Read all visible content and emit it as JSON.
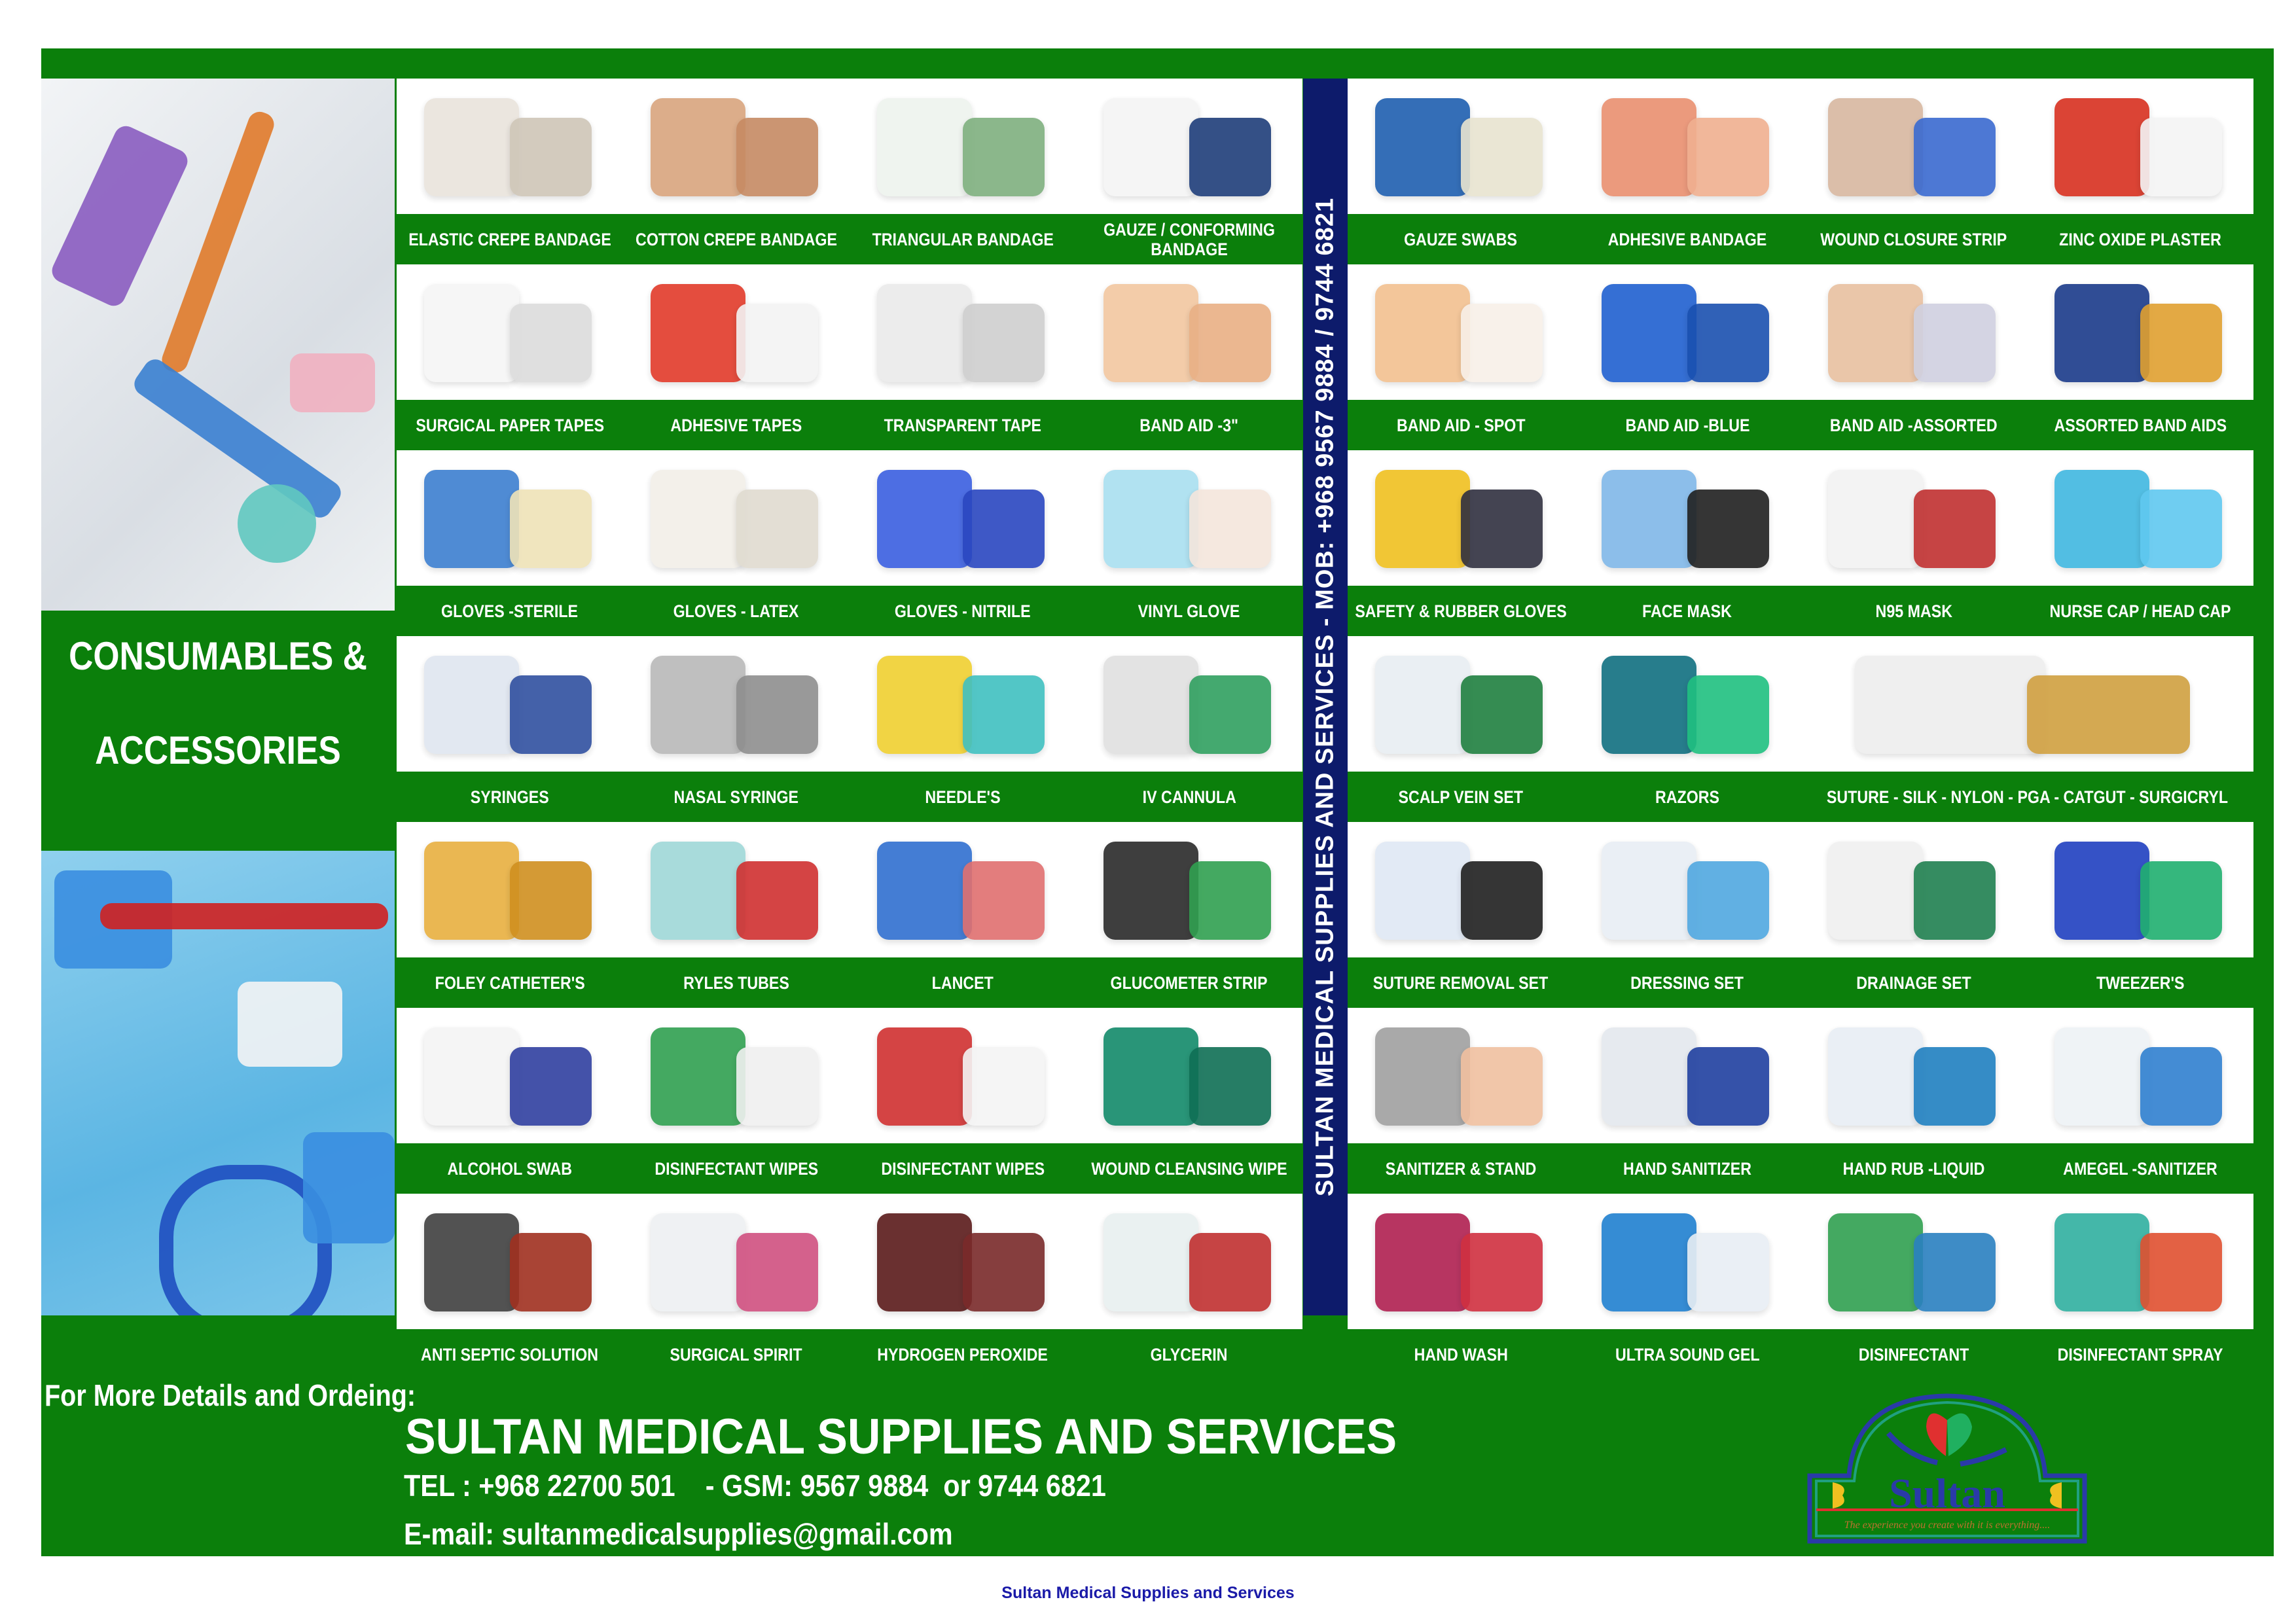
{
  "category_title": {
    "line1": "CONSUMABLES &",
    "line2": "ACCESSORIES"
  },
  "vertical_banner": "SULTAN MEDICAL SUPPLIES AND SERVICES  - MOB: +968 9567 9884  /  9744 6821",
  "left_grid": [
    {
      "label": "ELASTIC CREPE BANDAGE",
      "colors": [
        "#e9e4dc",
        "#cfc6b8"
      ]
    },
    {
      "label": "COTTON CREPE BANDAGE",
      "colors": [
        "#d9a57e",
        "#c68a63"
      ]
    },
    {
      "label": "TRIANGULAR BANDAGE",
      "colors": [
        "#eef3ee",
        "#7fb07f"
      ]
    },
    {
      "label": "GAUZE / CONFORMING BANDAGE",
      "colors": [
        "#f4f4f4",
        "#1f3e7a"
      ]
    },
    {
      "label": "SURGICAL PAPER TAPES",
      "colors": [
        "#f6f6f6",
        "#dcdcdc"
      ]
    },
    {
      "label": "ADHESIVE TAPES",
      "colors": [
        "#e23a2a",
        "#f3f3f3"
      ]
    },
    {
      "label": "TRANSPARENT TAPE",
      "colors": [
        "#eaeaea",
        "#cfcfcf"
      ]
    },
    {
      "label": "BAND AID -3\"",
      "colors": [
        "#f2c7a0",
        "#e9b085"
      ]
    },
    {
      "label": "GLOVES -STERILE",
      "colors": [
        "#3d7fd0",
        "#efe3b8"
      ]
    },
    {
      "label": "GLOVES - LATEX",
      "colors": [
        "#f2efe8",
        "#e0dbd0"
      ]
    },
    {
      "label": "GLOVES - NITRILE",
      "colors": [
        "#3a5fe0",
        "#2a47c0"
      ]
    },
    {
      "label": "VINYL GLOVE",
      "colors": [
        "#a9dff0",
        "#f4e6dc"
      ]
    },
    {
      "label": "SYRINGES",
      "colors": [
        "#dfe6f0",
        "#3050a0"
      ]
    },
    {
      "label": "NASAL SYRINGE",
      "colors": [
        "#b9b9b9",
        "#8e8e8e"
      ]
    },
    {
      "label": "NEEDLE'S",
      "colors": [
        "#f0d030",
        "#40c0c0"
      ]
    },
    {
      "label": "IV CANNULA",
      "colors": [
        "#e0e0e0",
        "#30a060"
      ]
    },
    {
      "label": "FOLEY CATHETER'S",
      "colors": [
        "#e8b040",
        "#d09020"
      ]
    },
    {
      "label": "RYLES TUBES",
      "colors": [
        "#9fd8d8",
        "#d03030"
      ]
    },
    {
      "label": "LANCET",
      "colors": [
        "#3070d0",
        "#e07070"
      ]
    },
    {
      "label": "GLUCOMETER STRIP",
      "colors": [
        "#2a2a2a",
        "#30a050"
      ]
    },
    {
      "label": "ALCOHOL SWAB",
      "colors": [
        "#f4f4f4",
        "#3040a0"
      ]
    },
    {
      "label": "DISINFECTANT WIPES",
      "colors": [
        "#30a050",
        "#f0f0f0"
      ]
    },
    {
      "label": "DISINFECTANT WIPES",
      "colors": [
        "#d03030",
        "#f4f4f4"
      ]
    },
    {
      "label": "WOUND CLEANSING WIPE",
      "colors": [
        "#128a6a",
        "#0f6f55"
      ]
    },
    {
      "label": "ANTI SEPTIC SOLUTION",
      "colors": [
        "#404040",
        "#a03020"
      ]
    },
    {
      "label": "SURGICAL SPIRIT",
      "colors": [
        "#eef0f2",
        "#d05080"
      ]
    },
    {
      "label": "HYDROGEN PEROXIDE",
      "colors": [
        "#5a1a1a",
        "#7a2a2a"
      ]
    },
    {
      "label": "GLYCERIN",
      "colors": [
        "#e8f0f0",
        "#c03030"
      ]
    }
  ],
  "right_grid": [
    {
      "label": "GAUZE SWABS",
      "colors": [
        "#1f5fb0",
        "#e8e4d0"
      ]
    },
    {
      "label": "ADHESIVE BANDAGE",
      "colors": [
        "#e99070",
        "#f0b090"
      ]
    },
    {
      "label": "WOUND CLOSURE STRIP",
      "colors": [
        "#d8b8a0",
        "#3a6ad0"
      ]
    },
    {
      "label": "ZINC OXIDE PLASTER",
      "colors": [
        "#d83020",
        "#f4f4f4"
      ]
    },
    {
      "label": "BAND AID - SPOT",
      "colors": [
        "#f2c090",
        "#f8f0e8"
      ]
    },
    {
      "label": "BAND AID -BLUE",
      "colors": [
        "#2060d0",
        "#1a50b0"
      ]
    },
    {
      "label": "BAND AID -ASSORTED",
      "colors": [
        "#e8c0a0",
        "#d0d0e0"
      ]
    },
    {
      "label": "ASSORTED BAND AIDS",
      "colors": [
        "#1a3a8a",
        "#e0a030"
      ]
    },
    {
      "label": "SAFETY & RUBBER GLOVES",
      "colors": [
        "#f0c020",
        "#303040"
      ]
    },
    {
      "label": "FACE MASK",
      "colors": [
        "#80b8e8",
        "#202020"
      ]
    },
    {
      "label": "N95 MASK",
      "colors": [
        "#f2f2f2",
        "#c03030"
      ]
    },
    {
      "label": "NURSE CAP / HEAD CAP",
      "colors": [
        "#40b8e0",
        "#60c8f0"
      ]
    },
    {
      "label": "SCALP VEIN SET",
      "colors": [
        "#e8eef2",
        "#208040"
      ]
    },
    {
      "label": "RAZORS",
      "colors": [
        "#107080",
        "#20c080"
      ]
    },
    {
      "label": "SUTURE - SILK - NYLON - PGA - CATGUT - SURGICRYL",
      "colors": [
        "#eeeeee",
        "#d0a040"
      ],
      "span": 2
    },
    {
      "label": "SUTURE REMOVAL SET",
      "colors": [
        "#dfe8f5",
        "#202020"
      ]
    },
    {
      "label": "DRESSING SET",
      "colors": [
        "#e8eef4",
        "#50a8e0"
      ]
    },
    {
      "label": "DRAINAGE SET",
      "colors": [
        "#f0f0f0",
        "#208050"
      ]
    },
    {
      "label": "TWEEZER'S",
      "colors": [
        "#2040c0",
        "#20b070"
      ]
    },
    {
      "label": "SANITIZER & STAND",
      "colors": [
        "#a0a0a0",
        "#f0c0a0"
      ]
    },
    {
      "label": "HAND SANITIZER",
      "colors": [
        "#e4e8ee",
        "#2040a0"
      ]
    },
    {
      "label": "HAND RUB -LIQUID",
      "colors": [
        "#e8eef4",
        "#2080c0"
      ]
    },
    {
      "label": "AMEGEL -SANITIZER",
      "colors": [
        "#eef2f6",
        "#3080d0"
      ]
    },
    {
      "label": "HAND WASH",
      "colors": [
        "#b02050",
        "#d03040"
      ]
    },
    {
      "label": "ULTRA SOUND GEL",
      "colors": [
        "#2080d0",
        "#e8eef4"
      ]
    },
    {
      "label": "DISINFECTANT",
      "colors": [
        "#30a050",
        "#2a80c0"
      ]
    },
    {
      "label": "DISINFECTANT SPRAY",
      "colors": [
        "#30b0a0",
        "#e05030"
      ]
    }
  ],
  "footer": {
    "intro": "For More Details and Ordeing:",
    "company": "SULTAN MEDICAL SUPPLIES AND SERVICES",
    "phones": "TEL : +968 22700 501    - GSM: 9567 9884  or 9744 6821",
    "email": "E-mail: sultanmedicalsupplies@gmail.com"
  },
  "logo": {
    "name": "Sultan",
    "tagline": "The experience you create with it is everything...."
  },
  "caption": "Sultan Medical Supplies and Services",
  "colors": {
    "green": "#0b7f0b",
    "navy": "#0d1b6b",
    "caption_blue": "#1a1aa8"
  }
}
